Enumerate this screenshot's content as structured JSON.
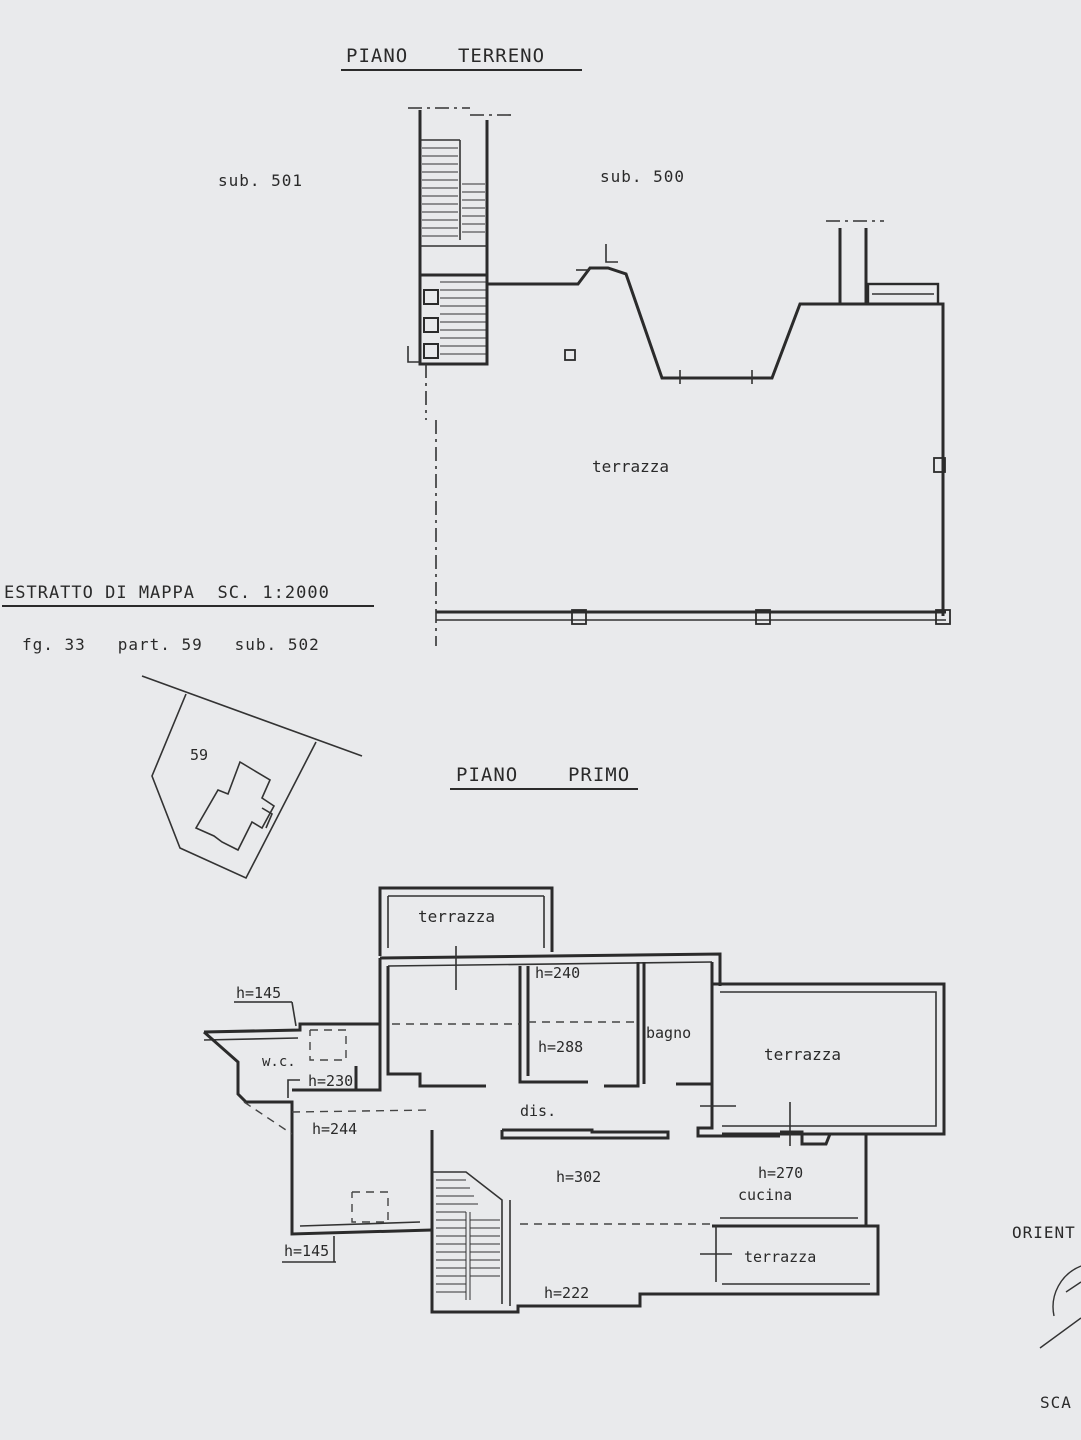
{
  "ground_floor": {
    "title": "PIANO    TERRENO",
    "sub_left": "sub. 501",
    "sub_right": "sub. 500",
    "terrace_label": "terrazza"
  },
  "map_extract": {
    "title": "ESTRATTO DI MAPPA  SC. 1:2000",
    "reference": "fg. 33   part. 59   sub. 502",
    "parcel_number": "59"
  },
  "first_floor": {
    "title": "PIANO    PRIMO",
    "labels": {
      "terrazza_top": "terrazza",
      "h240": "h=240",
      "h288": "h=288",
      "bagno": "bagno",
      "terrazza_right": "terrazza",
      "h145_top": "h=145",
      "wc": "w.c.",
      "h230": "h=230",
      "dis": "dis.",
      "h244": "h=244",
      "h302": "h=302",
      "h270": "h=270",
      "cucina": "cucina",
      "h145_bottom": "h=145",
      "terrazza_bottom": "terrazza",
      "h222": "h=222"
    }
  },
  "orientation": {
    "label": "ORIENT"
  },
  "scale": {
    "label": "SCA"
  }
}
